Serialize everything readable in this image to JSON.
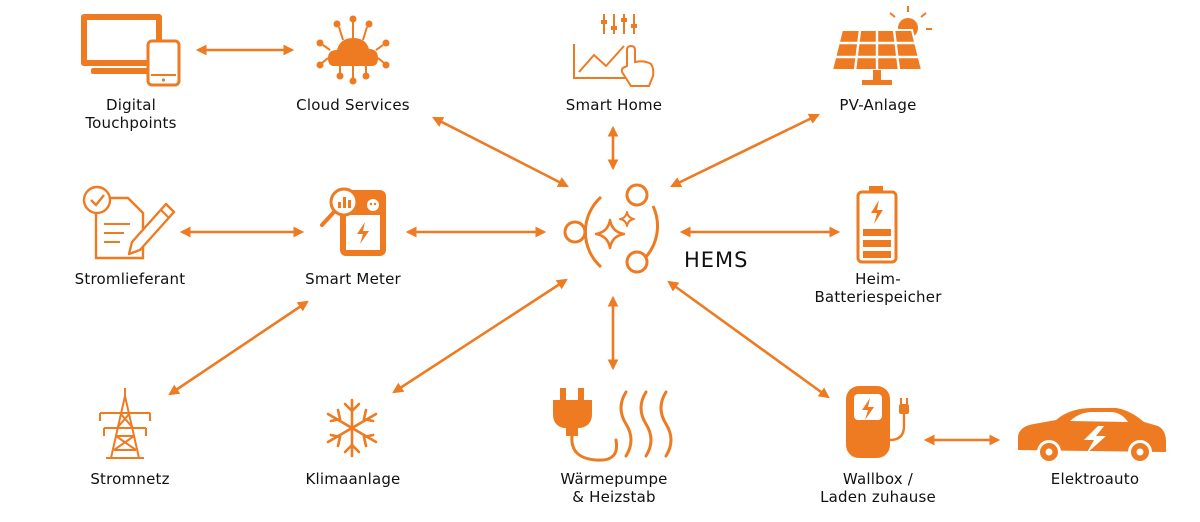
{
  "colors": {
    "accent": "#ee7a21",
    "text": "#111111",
    "background": "#ffffff"
  },
  "hub": {
    "label": "HEMS",
    "icon": "hems-hub-icon"
  },
  "nodes": {
    "digital_touchpoints": {
      "line1": "Digital",
      "line2": "Touchpoints",
      "icon": "monitor-tablet-icon"
    },
    "cloud_services": {
      "line1": "Cloud Services",
      "icon": "cloud-network-icon"
    },
    "smart_home": {
      "line1": "Smart Home",
      "icon": "smart-home-control-icon"
    },
    "pv_anlage": {
      "line1": "PV-Anlage",
      "icon": "solar-panel-icon"
    },
    "stromlieferant": {
      "line1": "Stromlieferant",
      "icon": "contract-document-icon"
    },
    "smart_meter": {
      "line1": "Smart Meter",
      "icon": "smart-meter-icon"
    },
    "heim_batterie": {
      "line1": "Heim-",
      "line2": "Batteriespeicher",
      "icon": "battery-icon"
    },
    "stromnetz": {
      "line1": "Stromnetz",
      "icon": "power-pylon-icon"
    },
    "klimaanlage": {
      "line1": "Klimaanlage",
      "icon": "snowflake-icon"
    },
    "waermepumpe": {
      "line1": "Wärmepumpe",
      "line2": "& Heizstab",
      "icon": "plug-heat-icon"
    },
    "wallbox": {
      "line1": "Wallbox /",
      "line2": "Laden zuhause",
      "icon": "wallbox-charger-icon"
    },
    "elektroauto": {
      "line1": "Elektroauto",
      "icon": "electric-car-icon"
    }
  }
}
